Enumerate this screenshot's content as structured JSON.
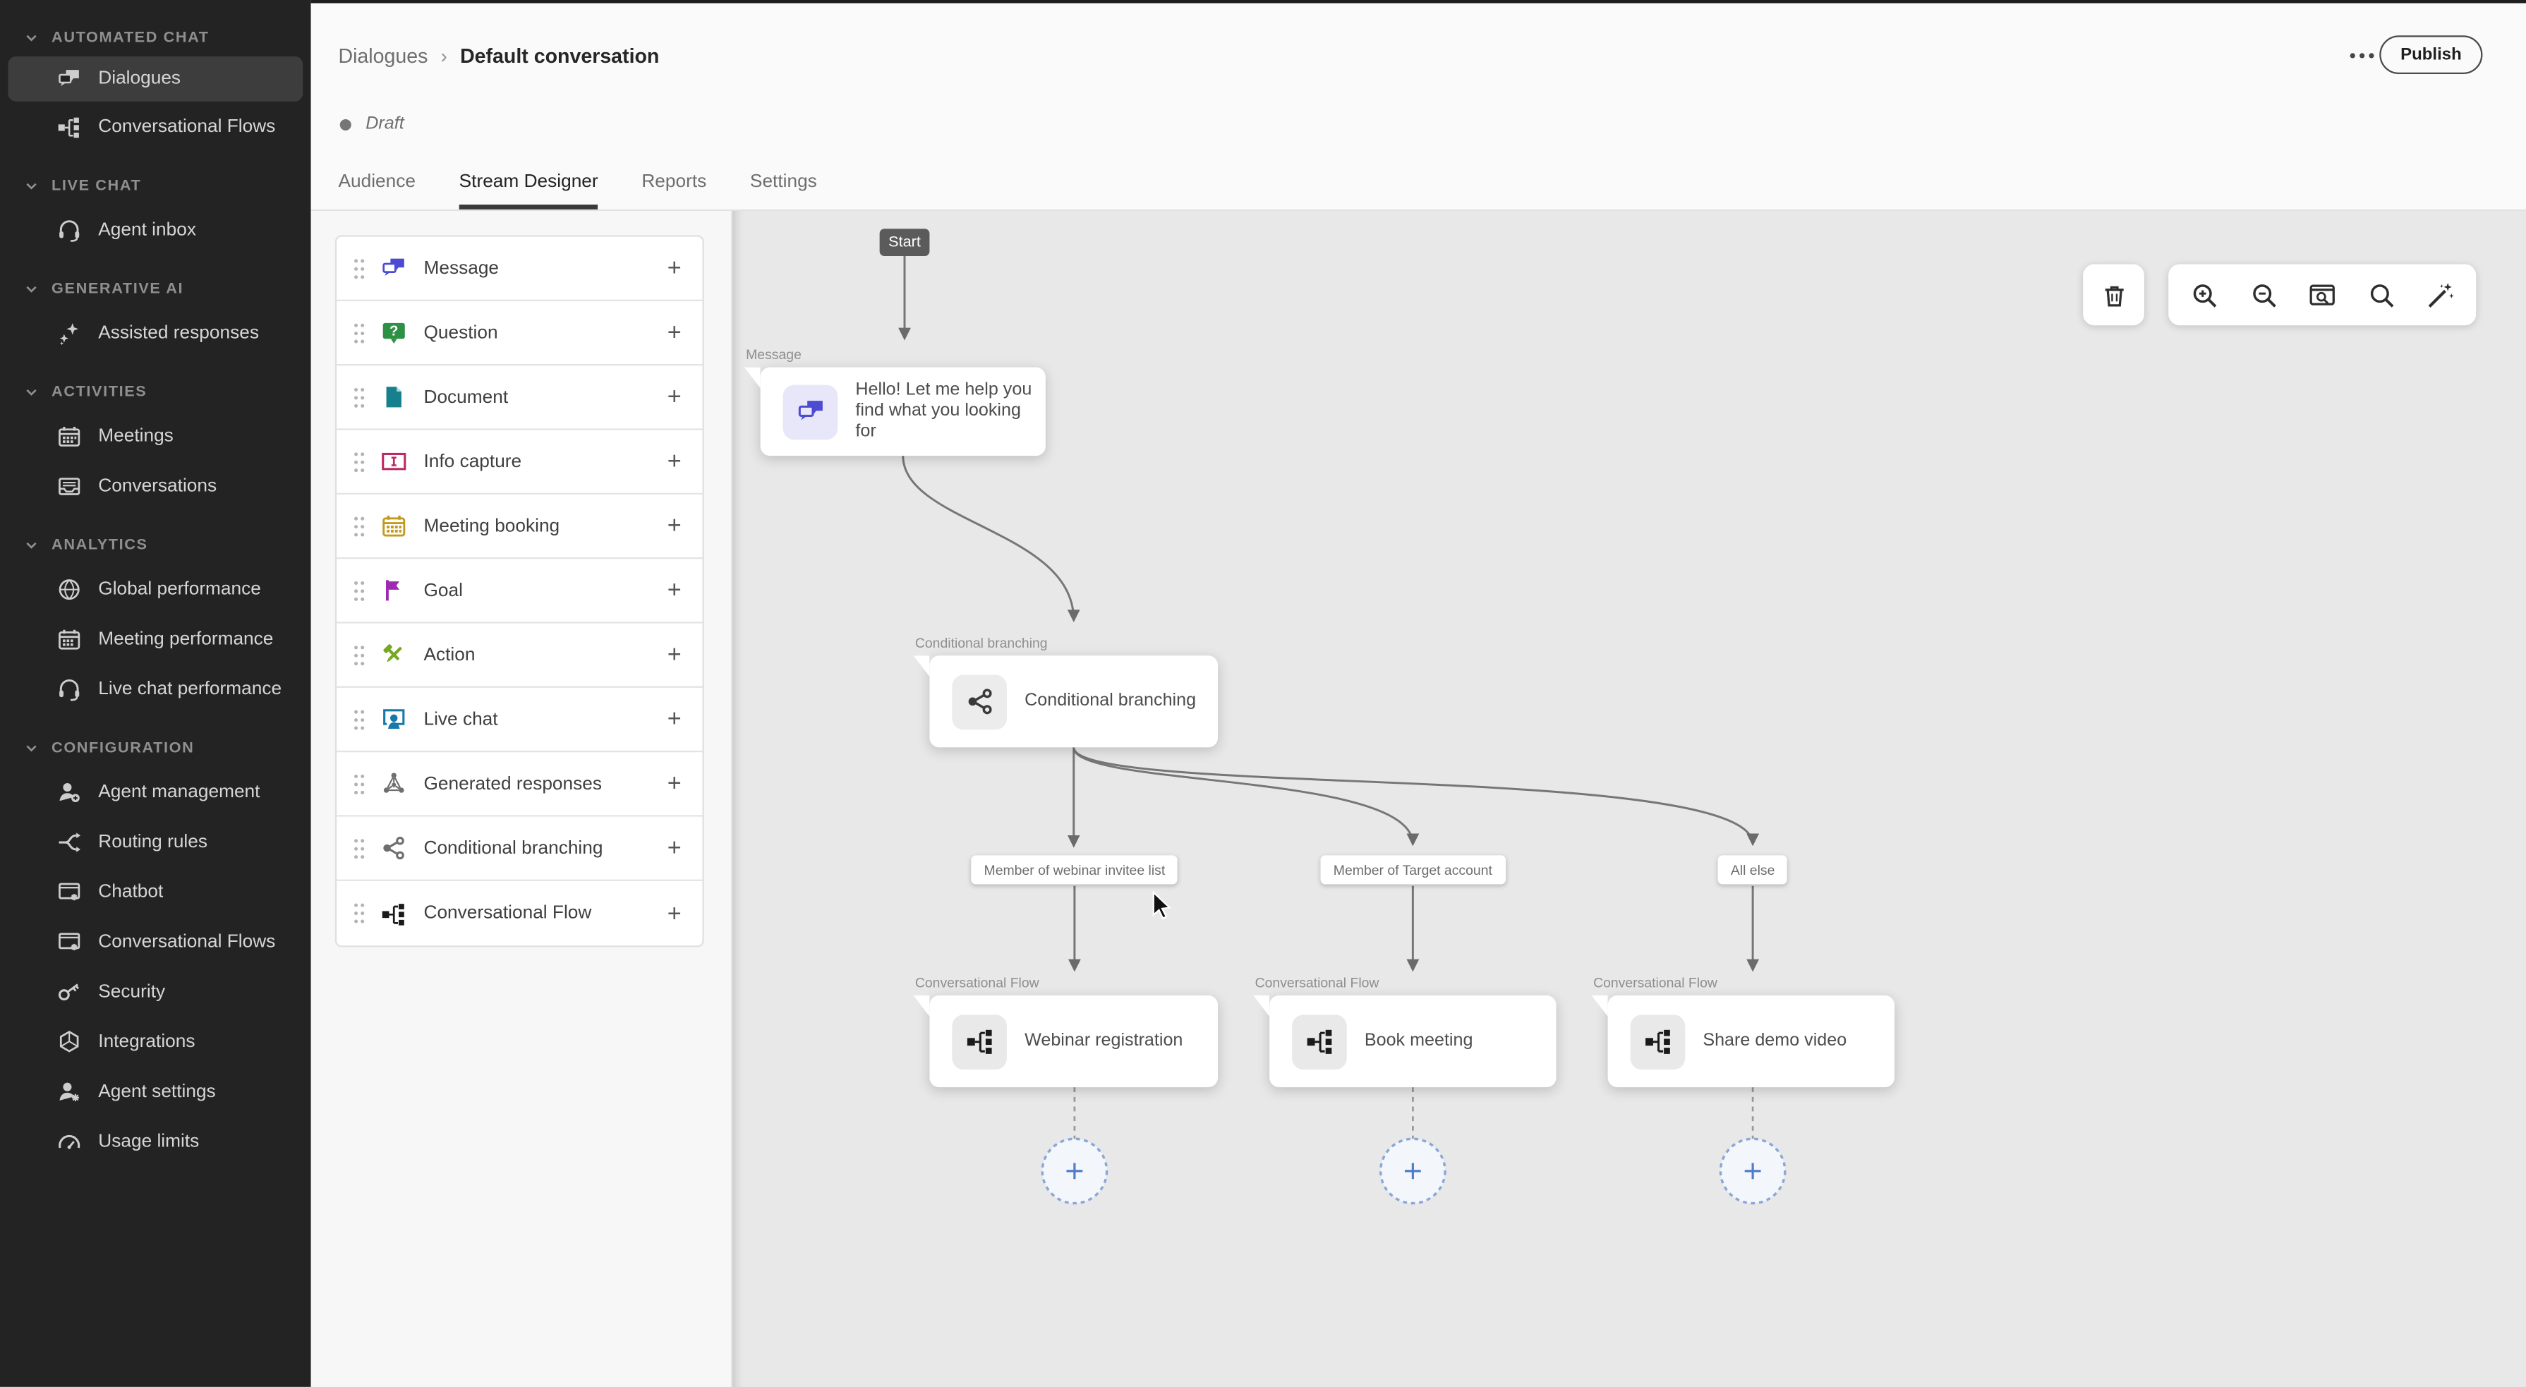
{
  "sidebar": {
    "sections": [
      {
        "label": "AUTOMATED CHAT",
        "items": [
          {
            "label": "Dialogues",
            "icon": "chat-bubbles-icon",
            "selected": true
          },
          {
            "label": "Conversational Flows",
            "icon": "flow-icon"
          }
        ]
      },
      {
        "label": "LIVE CHAT",
        "items": [
          {
            "label": "Agent inbox",
            "icon": "headset-icon"
          }
        ]
      },
      {
        "label": "GENERATIVE AI",
        "items": [
          {
            "label": "Assisted responses",
            "icon": "sparkles-icon"
          }
        ]
      },
      {
        "label": "ACTIVITIES",
        "items": [
          {
            "label": "Meetings",
            "icon": "calendar-icon"
          },
          {
            "label": "Conversations",
            "icon": "inbox-icon"
          }
        ]
      },
      {
        "label": "ANALYTICS",
        "items": [
          {
            "label": "Global performance",
            "icon": "globe-icon"
          },
          {
            "label": "Meeting performance",
            "icon": "calendar-icon"
          },
          {
            "label": "Live chat performance",
            "icon": "headset-icon"
          }
        ]
      },
      {
        "label": "CONFIGURATION",
        "items": [
          {
            "label": "Agent management",
            "icon": "user-add-icon"
          },
          {
            "label": "Routing rules",
            "icon": "routing-icon"
          },
          {
            "label": "Chatbot",
            "icon": "window-gear-icon"
          },
          {
            "label": "Conversational Flows",
            "icon": "window-gear-icon"
          },
          {
            "label": "Security",
            "icon": "key-icon"
          },
          {
            "label": "Integrations",
            "icon": "integrations-icon"
          },
          {
            "label": "Agent settings",
            "icon": "user-gear-icon"
          },
          {
            "label": "Usage limits",
            "icon": "gauge-icon"
          }
        ]
      }
    ]
  },
  "header": {
    "breadcrumb": {
      "parent": "Dialogues",
      "separator": "›",
      "current": "Default conversation"
    },
    "status": {
      "label": "Draft"
    },
    "tabs": [
      {
        "label": "Audience"
      },
      {
        "label": "Stream Designer"
      },
      {
        "label": "Reports"
      },
      {
        "label": "Settings"
      }
    ],
    "active_tab": "Stream Designer",
    "more_label": "•••",
    "publish_label": "Publish"
  },
  "palette": {
    "add_label": "+",
    "items": [
      {
        "label": "Message",
        "icon": "message-icon",
        "color": "#4b4bd4"
      },
      {
        "label": "Question",
        "icon": "question-icon",
        "color": "#2c9144"
      },
      {
        "label": "Document",
        "icon": "document-icon",
        "color": "#17808d"
      },
      {
        "label": "Info capture",
        "icon": "info-capture-icon",
        "color": "#bb2a68"
      },
      {
        "label": "Meeting booking",
        "icon": "meeting-booking-icon",
        "color": "#c09b1e"
      },
      {
        "label": "Goal",
        "icon": "goal-icon",
        "color": "#9c2bb0"
      },
      {
        "label": "Action",
        "icon": "action-icon",
        "color": "#76a822"
      },
      {
        "label": "Live chat",
        "icon": "live-chat-icon",
        "color": "#1779ab"
      },
      {
        "label": "Generated responses",
        "icon": "generated-responses-icon",
        "color": "#6e6e6e"
      },
      {
        "label": "Conditional branching",
        "icon": "conditional-branching-icon",
        "color": "#6e6e6e"
      },
      {
        "label": "Conversational Flow",
        "icon": "conversational-flow-icon",
        "color": "#1a1a1a"
      }
    ]
  },
  "canvas": {
    "start_label": "Start",
    "nodes": [
      {
        "type_label": "Message",
        "title": "Hello! Let me help you find what you looking for",
        "icon": "message-icon",
        "icon_color": "#4b4bd4",
        "icon_bg": "#e7e7f9"
      },
      {
        "type_label": "Conditional branching",
        "title": "Conditional branching",
        "icon": "conditional-branching-icon",
        "icon_color": "#3a3a3a",
        "icon_bg": "#ececec"
      },
      {
        "type_label": "Conversational Flow",
        "title": "Webinar registration",
        "icon": "conversational-flow-icon",
        "icon_color": "#1a1a1a",
        "icon_bg": "#e9e9e9"
      },
      {
        "type_label": "Conversational Flow",
        "title": "Book meeting",
        "icon": "conversational-flow-icon",
        "icon_color": "#1a1a1a",
        "icon_bg": "#e9e9e9"
      },
      {
        "type_label": "Conversational Flow",
        "title": "Share demo video",
        "icon": "conversational-flow-icon",
        "icon_color": "#1a1a1a",
        "icon_bg": "#e9e9e9"
      }
    ],
    "branches": [
      {
        "label": "Member of webinar invitee list"
      },
      {
        "label": "Member of Target account"
      },
      {
        "label": "All else"
      }
    ],
    "colors": {
      "connector": "#767676",
      "add_circle_stroke": "#8aa7d9",
      "add_circle_fill": "#f3f7fc",
      "add_plus": "#4f7dc9"
    }
  }
}
